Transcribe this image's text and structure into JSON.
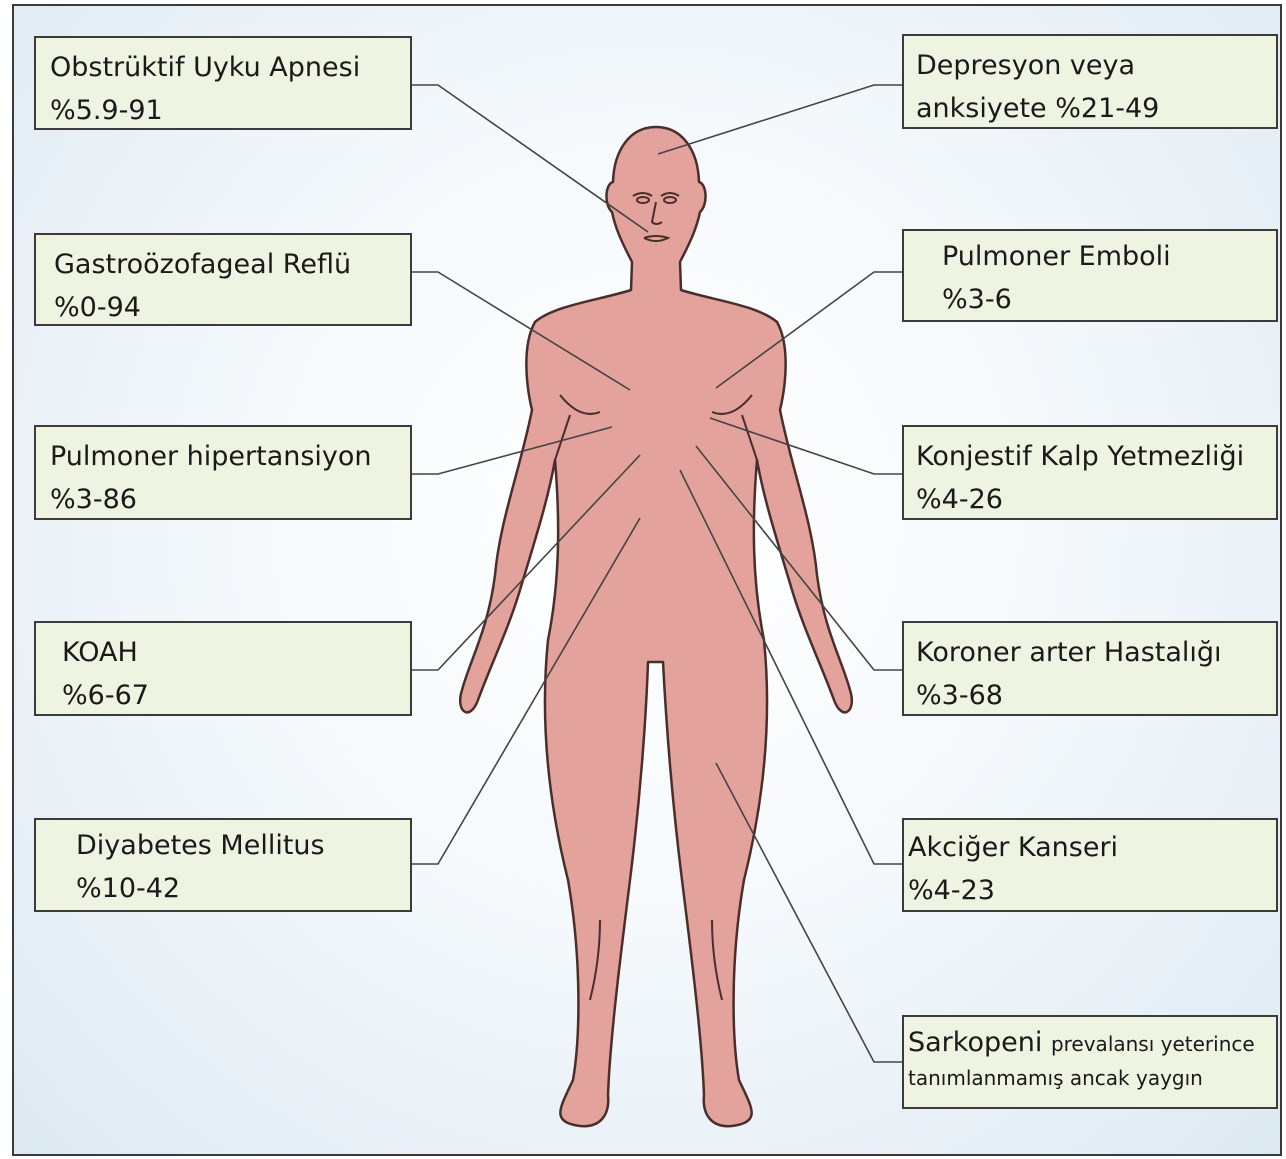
{
  "conditions": {
    "osa": {
      "name": "Obstrüktif Uyku Apnesi",
      "value": "%5.9-91"
    },
    "gerd": {
      "name": "Gastroözofageal Reflü",
      "value": "%0-94"
    },
    "ph": {
      "name": "Pulmoner hipertansiyon",
      "value": "%3-86"
    },
    "copd": {
      "name": "KOAH",
      "value": "%6-67"
    },
    "dm": {
      "name": "Diyabetes Mellitus",
      "value": "%10-42"
    },
    "depression": {
      "name": "Depresyon veya",
      "value": "anksiyete  %21-49"
    },
    "pe": {
      "name": "Pulmoner Emboli",
      "value": "%3-6"
    },
    "chf": {
      "name": "Konjestif Kalp Yetmezliği",
      "value": "%4-26"
    },
    "cad": {
      "name": "Koroner arter Hastalığı",
      "value": "%3-68"
    },
    "lung_cancer": {
      "name": "Akciğer Kanseri",
      "value": "%4-23"
    },
    "sarcopenia": {
      "name": "Sarkopeni",
      "note_part1": "prevalansı yeterince",
      "note_part2": "tanımlanmamış ancak yaygın"
    }
  },
  "colors": {
    "body_fill": "#e3a39c",
    "body_outline": "#4a2e2c",
    "box_fill": "#eef3e2",
    "box_border": "#3b3b3b",
    "connector": "#444444"
  }
}
